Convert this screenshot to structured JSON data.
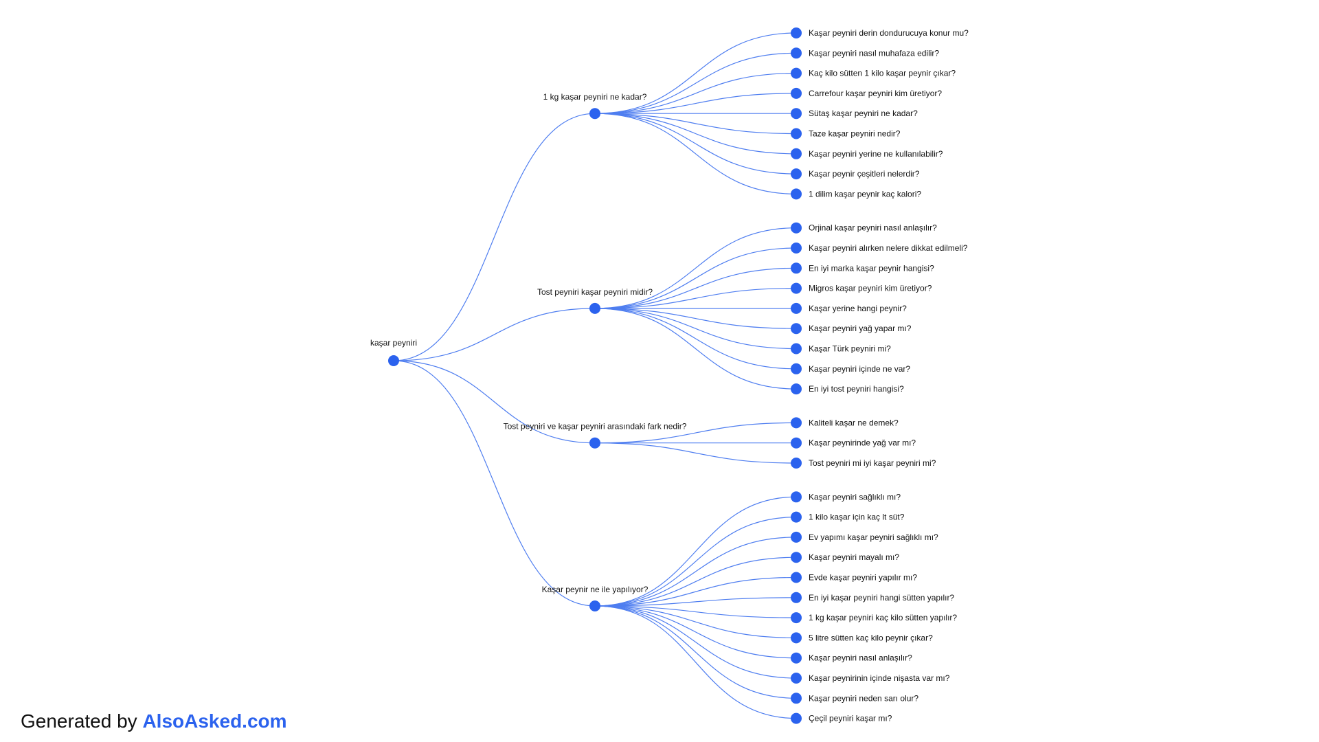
{
  "colors": {
    "link": "#4f7ef0",
    "node": "#2b62ee",
    "text": "#111111",
    "brand": "#2b62ee"
  },
  "tree": {
    "root": "kaşar peyniri",
    "branches": [
      {
        "label": "1 kg kaşar peyniri ne kadar?",
        "children": [
          "Kaşar peyniri derin dondurucuya konur mu?",
          "Kaşar peyniri nasıl muhafaza edilir?",
          "Kaç kilo sütten 1 kilo kaşar peynir çıkar?",
          "Carrefour kaşar peyniri kim üretiyor?",
          "Sütaş kaşar peyniri ne kadar?",
          "Taze kaşar peyniri nedir?",
          "Kaşar peyniri yerine ne kullanılabilir?",
          "Kaşar peynir çeşitleri nelerdir?",
          "1 dilim kaşar peynir kaç kalori?"
        ]
      },
      {
        "label": "Tost peyniri kaşar peyniri midir?",
        "children": [
          "Orjinal kaşar peyniri nasıl anlaşılır?",
          "Kaşar peyniri alırken nelere dikkat edilmeli?",
          "En iyi marka kaşar peynir hangisi?",
          "Migros kaşar peyniri kim üretiyor?",
          "Kaşar yerine hangi peynir?",
          "Kaşar peyniri yağ yapar mı?",
          "Kaşar Türk peyniri mi?",
          "Kaşar peyniri içinde ne var?",
          "En iyi tost peyniri hangisi?"
        ]
      },
      {
        "label": "Tost peyniri ve kaşar peyniri arasındaki fark nedir?",
        "children": [
          "Kaliteli kaşar ne demek?",
          "Kaşar peynirinde yağ var mı?",
          "Tost peyniri mi iyi kaşar peyniri mi?"
        ]
      },
      {
        "label": "Kaşar peynir ne ile yapılıyor?",
        "children": [
          "Kaşar peyniri sağlıklı mı?",
          "1 kilo kaşar için kaç lt süt?",
          "Ev yapımı kaşar peyniri sağlıklı mı?",
          "Kaşar peyniri mayalı mı?",
          "Evde kaşar peyniri yapılır mı?",
          "En iyi kaşar peyniri hangi sütten yapılır?",
          "1 kg kaşar peyniri kaç kilo sütten yapılır?",
          "5 litre sütten kaç kilo peynir çıkar?",
          "Kaşar peyniri nasıl anlaşılır?",
          "Kaşar peynirinin içinde nişasta var mı?",
          "Kaşar peyniri neden sarı olur?",
          "Çeçil peyniri kaşar mı?"
        ]
      }
    ]
  },
  "footer": {
    "prefix": "Generated by ",
    "brand": "AlsoAsked.com"
  }
}
